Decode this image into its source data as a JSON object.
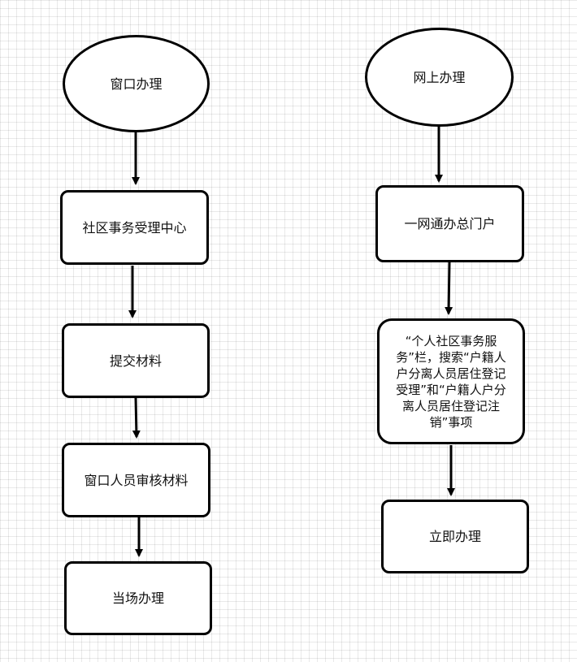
{
  "left_flow": {
    "start": "窗口办理",
    "step1": "社区事务受理中心",
    "step2": "提交材料",
    "step3": "窗口人员审核材料",
    "end": "当场办理"
  },
  "right_flow": {
    "start": "网上办理",
    "step1": "一网通办总门户",
    "step2_lines": [
      "“个人社区事务服",
      "务”栏，搜索“户籍人",
      "户分离人员居住登记",
      "受理”和“户籍人户分",
      "离人员居住登记注",
      "销”事项"
    ],
    "end": "立即办理"
  }
}
